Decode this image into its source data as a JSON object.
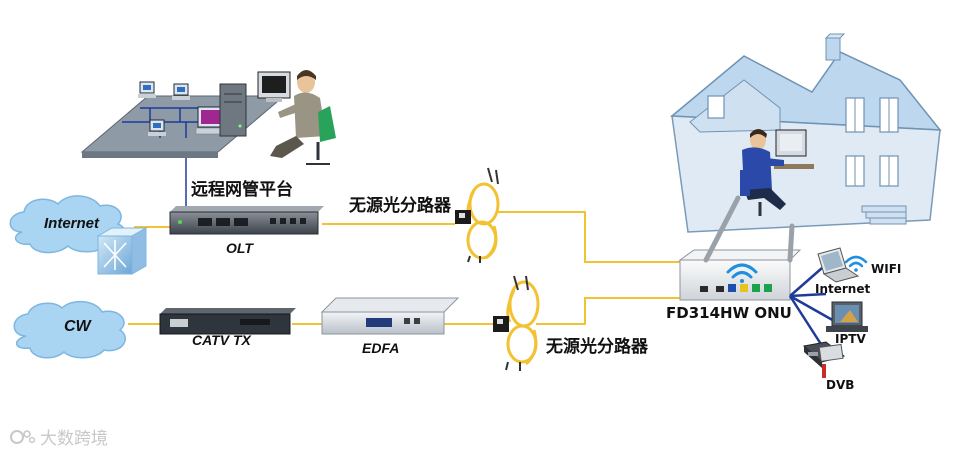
{
  "labels": {
    "remote_mgmt": "远程网管平台",
    "splitter_top": "无源光分路器",
    "splitter_bottom": "无源光分路器",
    "internet_cloud": "Internet",
    "cw_cloud": "CW",
    "olt": "OLT",
    "catv_tx": "CATV TX",
    "edfa": "EDFA",
    "onu": "FD314HW ONU",
    "wifi": "WIFI",
    "internet_service": "Internet",
    "iptv": "IPTV",
    "dvb": "DVB"
  },
  "watermark": "大数跨境",
  "colors": {
    "fiber": "#f2c233",
    "cloud": "#a9d4f2",
    "cloud_edge": "#7fb6e0",
    "blue_link": "#1f3a9a",
    "house_wall": "#d9eaf7",
    "house_roof": "#bcd7ee",
    "network_plane": "#8e9aa6"
  }
}
